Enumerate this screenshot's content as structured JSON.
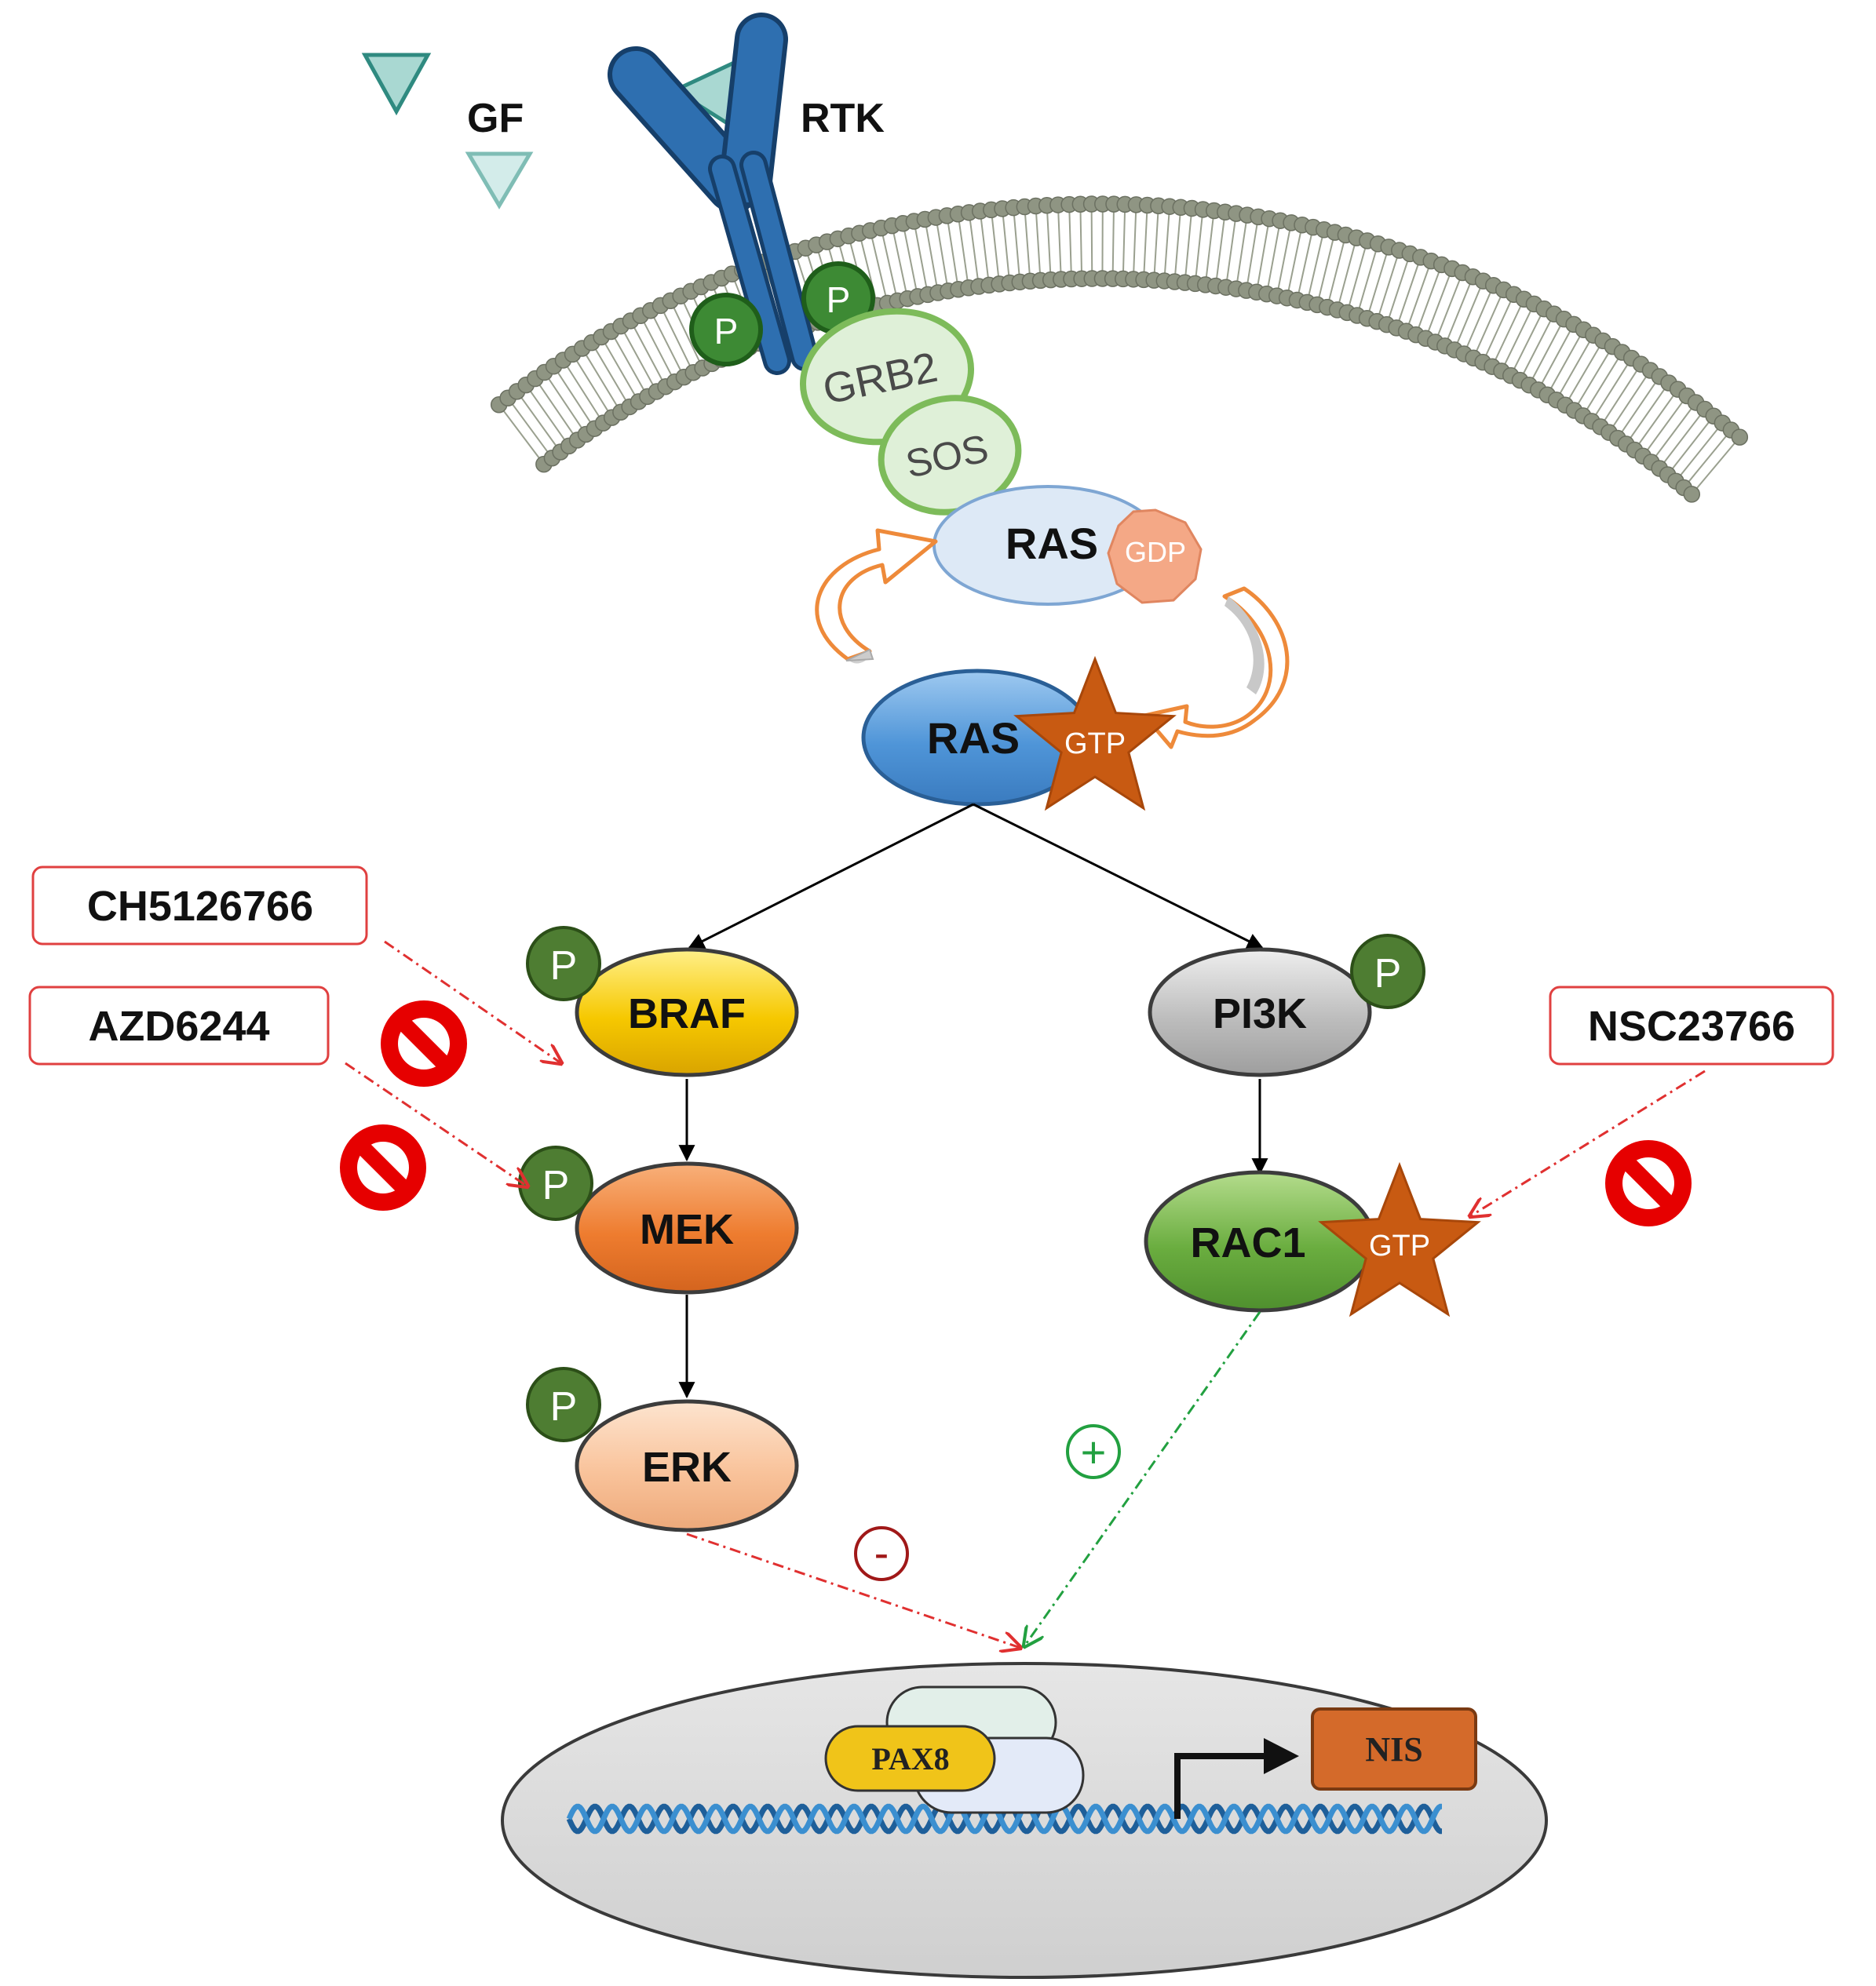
{
  "labels": {
    "gf": "GF",
    "rtk": "RTK",
    "grb2": "GRB2",
    "sos": "SOS",
    "ras_top": "RAS",
    "gdp": "GDP",
    "ras_active": "RAS",
    "gtp_ras": "GTP",
    "braf": "BRAF",
    "mek": "MEK",
    "erk": "ERK",
    "pi3k": "PI3K",
    "rac1": "RAC1",
    "gtp_rac1": "GTP",
    "pax8": "PAX8",
    "nis": "NIS",
    "phospho": "P",
    "plus_sign": "+",
    "minus_sign": "-"
  },
  "inhibitors": {
    "ch5126766": "CH5126766",
    "azd6244": "AZD6244",
    "nsc23766": "NSC23766"
  },
  "colors": {
    "rtk": "#1f5f9e",
    "ligand": "#a9d8d2",
    "phospho": "#3d7a2f",
    "grb2_sos": "#dff0d8",
    "ras_inactive": "#dde9f6",
    "ras_active": "#4f95d8",
    "nucleotide": "#c85a12",
    "braf": "#f6c800",
    "mek": "#ee7c2f",
    "erk": "#f9c39b",
    "pi3k": "#bdbdbd",
    "rac1": "#6aad3f",
    "inhibit": "#e60000",
    "activate": "#22a040",
    "repress": "#a01818",
    "nucleus": "#d9d9d9",
    "pax8": "#f0c419",
    "nis": "#d46a2a",
    "dna": "#1e5f9a"
  }
}
